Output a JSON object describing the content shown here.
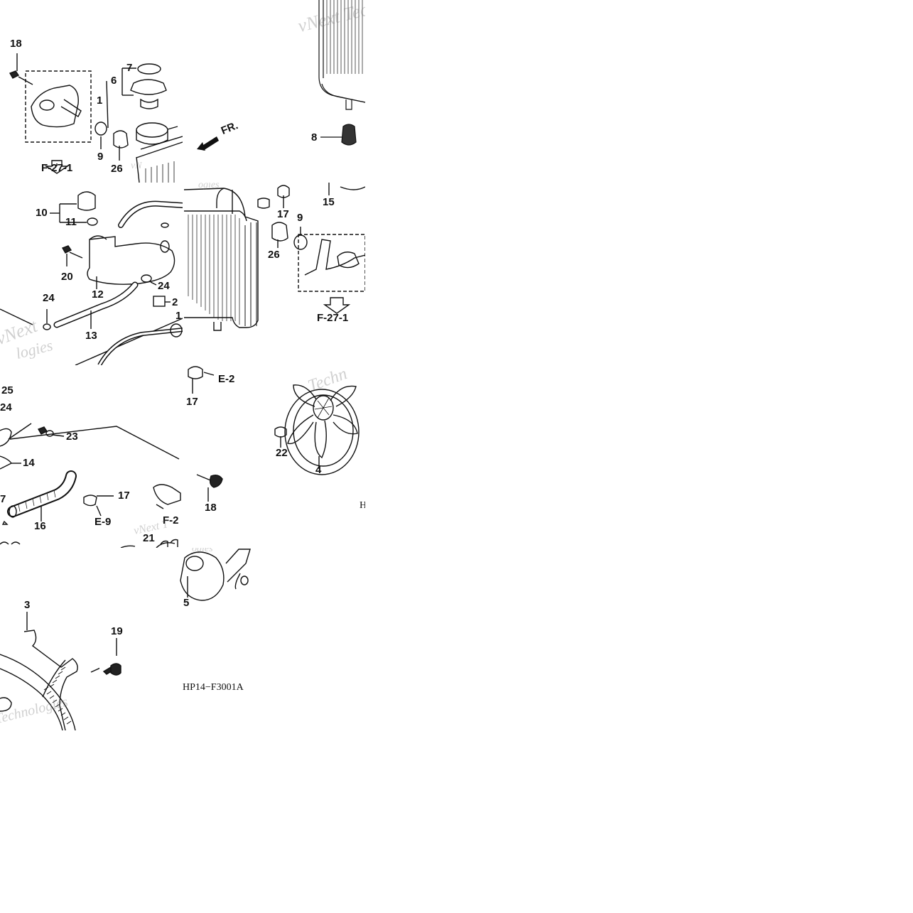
{
  "diagram_code": "HP14−F3001A",
  "diagram_code_partial": "H",
  "direction_label": "FR.",
  "watermark": "vNext Technologies",
  "section_refs": {
    "f27_1_a": "F-27-1",
    "f27_1_b": "F-27-1",
    "e2": "E-2",
    "e9": "E-9",
    "f2_partial": "F-2"
  },
  "callouts": {
    "c1": "1",
    "c3": "3",
    "c4": "4",
    "c5": "5",
    "c6": "6",
    "c7": "7",
    "c8": "8",
    "c9a": "9",
    "c9b": "9",
    "c10": "10",
    "c11": "11",
    "c12": "12",
    "c13": "13",
    "c14": "14",
    "c15": "15",
    "c16": "16",
    "c17a": "17",
    "c17b": "17",
    "c17c": "17",
    "c18a": "18",
    "c18b": "18",
    "c19": "19",
    "c20": "20",
    "c21": "21",
    "c22": "22",
    "c23": "23",
    "c24a": "24",
    "c24b": "24",
    "c24c": "24",
    "c25": "25",
    "c26a": "26",
    "c26b": "26",
    "c_partial_1": "1",
    "c_partial_2": "2",
    "c_partial_7": "7"
  }
}
